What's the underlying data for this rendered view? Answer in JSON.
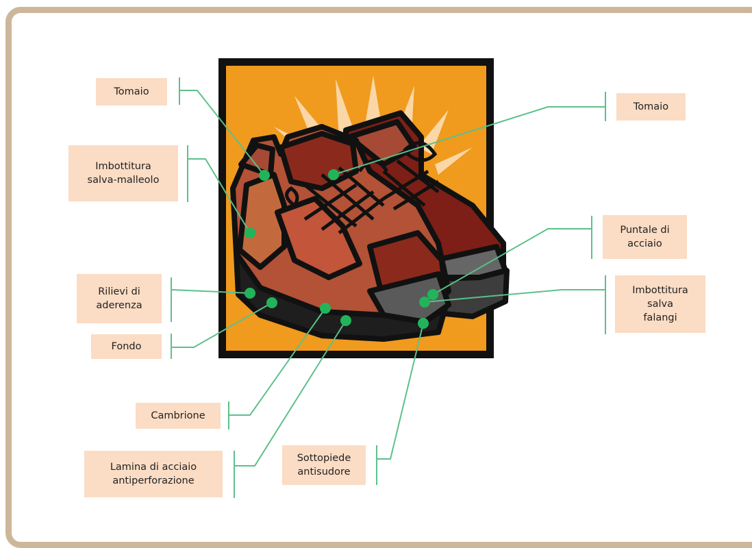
{
  "colors": {
    "frame_border": "#cdb79a",
    "label_bg": "#fbdcc4",
    "connector": "#5cc08a",
    "dot": "#22b45a",
    "picture_border": "#111111",
    "picture_bg": "#f09a1e",
    "rays": "#fbd7a6"
  },
  "labels": {
    "tomaio_left": "Tomaio",
    "imbottitura_malleolo": "Imbottitura\nsalva-malleolo",
    "rilievi": "Rilievi di\naderenza",
    "fondo": "Fondo",
    "cambrione": "Cambrione",
    "lamina": "Lamina di acciaio\nantiperforazione",
    "sottopiede": "Sottopiede\nantisudore",
    "tomaio_right": "Tomaio",
    "puntale": "Puntale di\nacciaio",
    "imbottitura_falangi": "Imbottitura\nsalva\nfalangi"
  },
  "icons": {
    "picture": "hiking-boots-illustration"
  }
}
